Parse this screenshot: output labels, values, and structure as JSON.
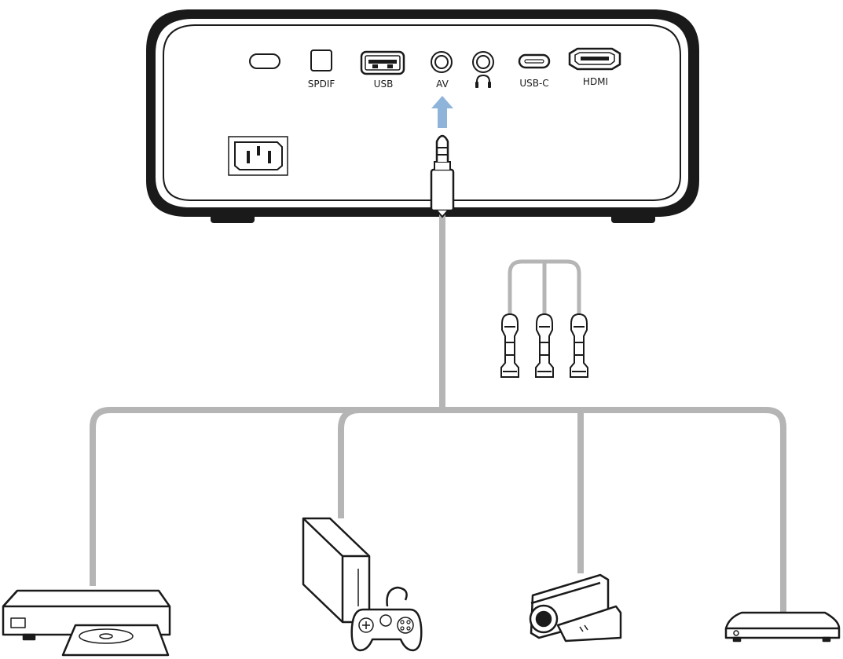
{
  "ports": {
    "spdif": "SPDIF",
    "usb": "USB",
    "av": "AV",
    "usbc": "USB-C",
    "hdmi": "HDMI"
  },
  "icons": {
    "power_button": "power-button-icon",
    "headphone": "headphone-icon",
    "arrow": "up-arrow-icon",
    "dvd_player": "dvd-player-icon",
    "game_console": "game-console-icon",
    "camcorder": "camcorder-icon",
    "set_top_box": "set-top-box-icon"
  },
  "colors": {
    "outline": "#1a1a1a",
    "cable": "#b5b5b5",
    "arrow": "#8fb4d9"
  }
}
